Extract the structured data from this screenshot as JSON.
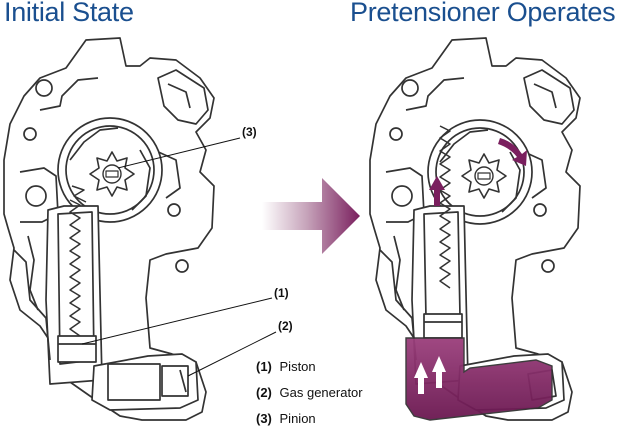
{
  "titles": {
    "initial": "Initial State",
    "operating": "Pretensioner Operates"
  },
  "callouts": {
    "piston": "(1)",
    "gas_generator": "(2)",
    "pinion": "(3)"
  },
  "legend": [
    {
      "num": "(1)",
      "label": "Piston"
    },
    {
      "num": "(2)",
      "label": "Gas generator"
    },
    {
      "num": "(3)",
      "label": "Pinion"
    }
  ],
  "colors": {
    "title": "#1a4f8f",
    "gas_fill": "#7a1f5e",
    "arrow": "#7a1f5e",
    "outline": "#333333"
  },
  "icons": [
    "transition-arrow-icon",
    "rotation-arrow-icon",
    "upward-force-arrow-icon"
  ]
}
